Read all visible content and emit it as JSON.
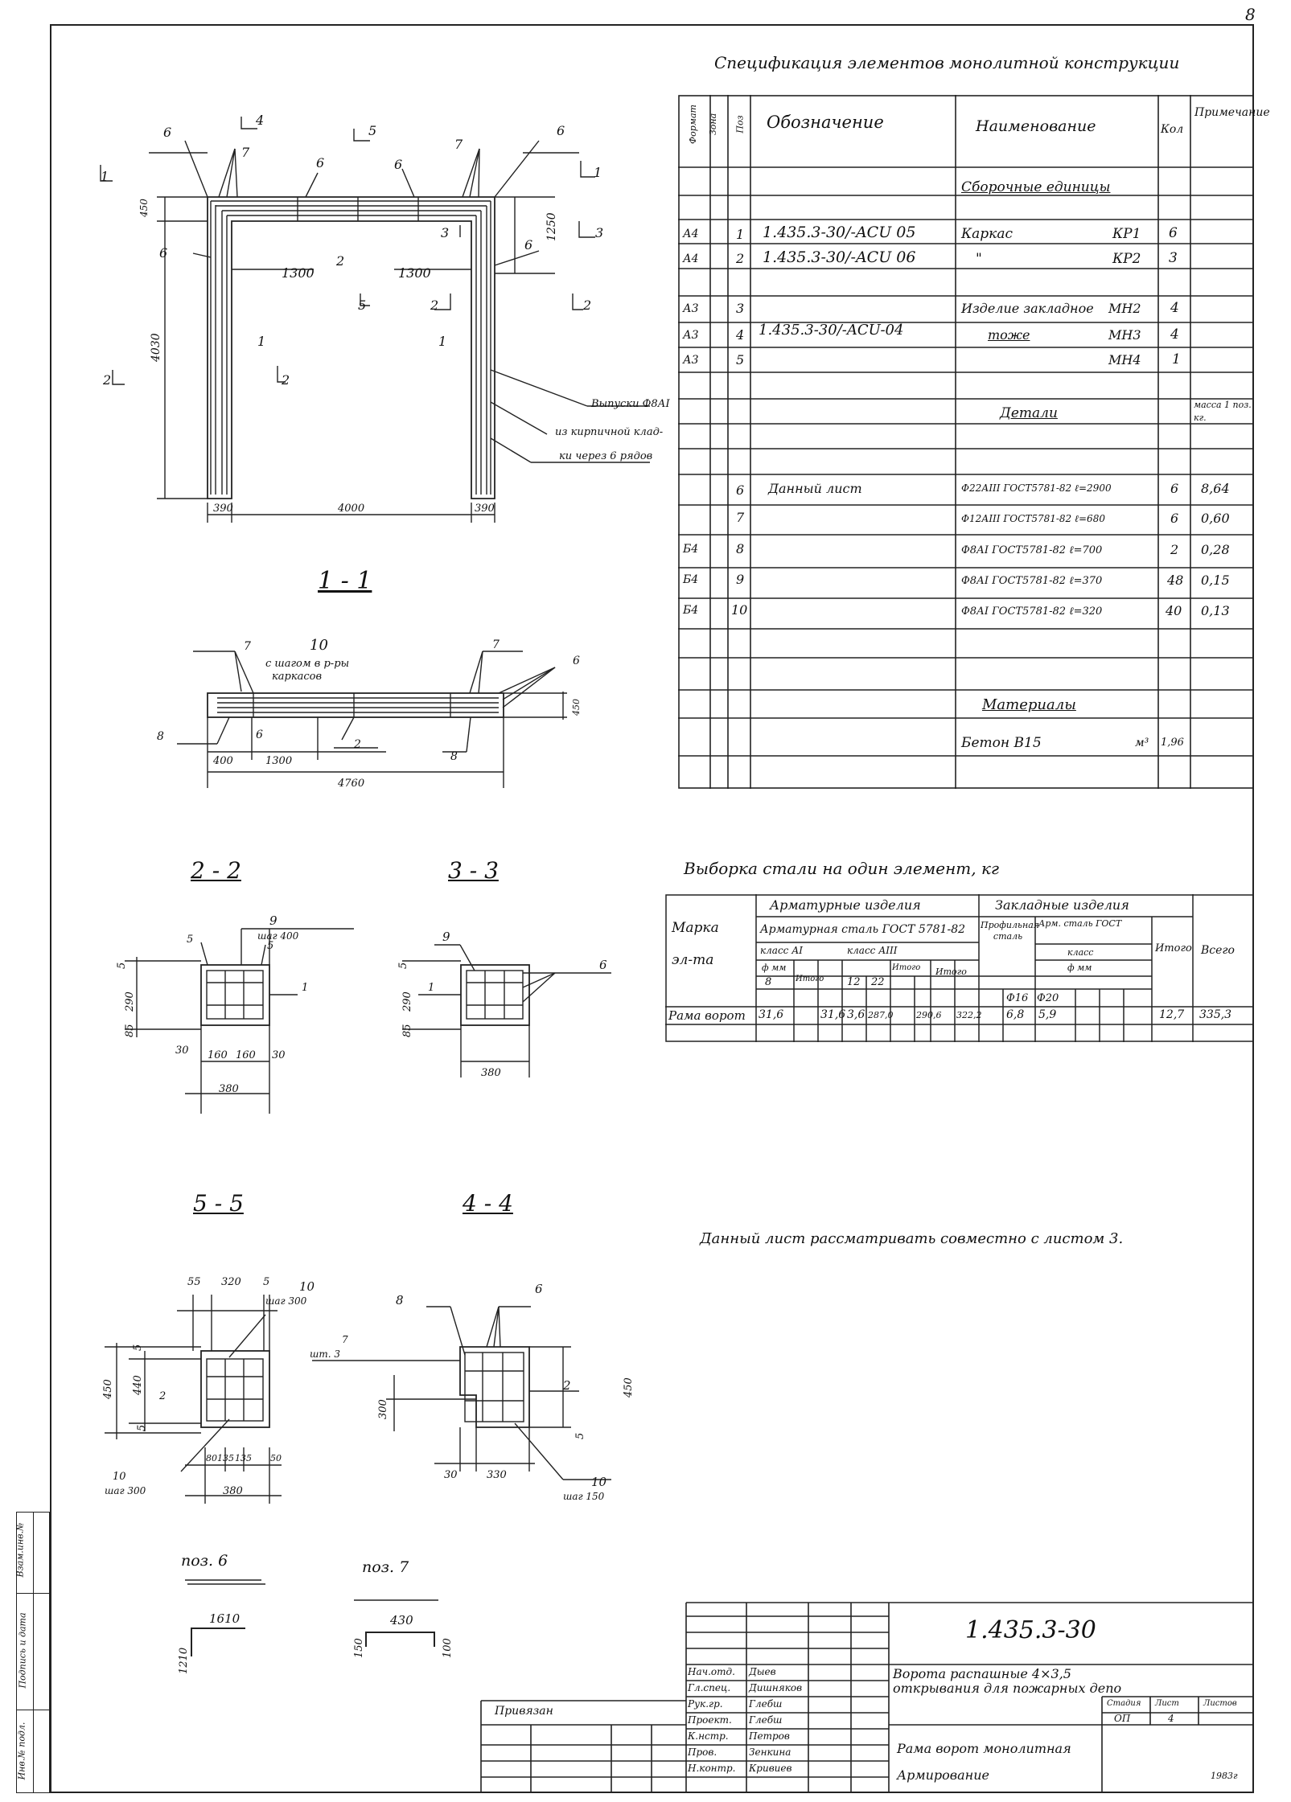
{
  "page_number": "8",
  "spec": {
    "title": "Спецификация элементов монолитной конструкции",
    "headers": {
      "format": "Формат",
      "zone": "Зона",
      "pos": "Поз",
      "designation": "Обозначение",
      "name": "Наименование",
      "qty": "Кол",
      "note": "Примечание"
    },
    "rows": [
      {
        "format": "",
        "zone": "",
        "pos": "",
        "designation": "",
        "name": "Сборочные единицы",
        "qty": "",
        "note": ""
      },
      {
        "format": "А4",
        "zone": "",
        "pos": "1",
        "designation": "1.435.3-30/-ACU 05",
        "name": "Каркас",
        "mark": "КР1",
        "qty": "6",
        "note": ""
      },
      {
        "format": "А4",
        "zone": "",
        "pos": "2",
        "designation": "1.435.3-30/-ACU 06",
        "name": "\"",
        "mark": "КР2",
        "qty": "3",
        "note": ""
      },
      {
        "format": "А3",
        "zone": "",
        "pos": "3",
        "designation": "",
        "name": "Изделие закладное",
        "mark": "МН2",
        "qty": "4",
        "note": ""
      },
      {
        "format": "А3",
        "zone": "",
        "pos": "4",
        "designation": "1.435.3-30/-ACU-04",
        "name": "тоже",
        "mark": "МН3",
        "qty": "4",
        "note": ""
      },
      {
        "format": "А3",
        "zone": "",
        "pos": "5",
        "designation": "",
        "name": "",
        "mark": "МН4",
        "qty": "1",
        "note": ""
      },
      {
        "format": "",
        "zone": "",
        "pos": "",
        "designation": "",
        "name": "Детали",
        "qty": "",
        "note": "масса 1 поз. кг."
      },
      {
        "format": "",
        "zone": "",
        "pos": "6",
        "designation": "Данный лист",
        "name": "Ф22АIII ГОСТ5781-82 ℓ=2900",
        "qty": "6",
        "note": "8,64"
      },
      {
        "format": "",
        "zone": "",
        "pos": "7",
        "designation": "",
        "name": "Ф12АIII ГОСТ5781-82 ℓ=680",
        "qty": "6",
        "note": "0,60"
      },
      {
        "format": "Б4",
        "zone": "",
        "pos": "8",
        "designation": "",
        "name": "Ф8АI ГОСТ5781-82 ℓ=700",
        "qty": "2",
        "note": "0,28"
      },
      {
        "format": "Б4",
        "zone": "",
        "pos": "9",
        "designation": "",
        "name": "Ф8АI ГОСТ5781-82 ℓ=370",
        "qty": "48",
        "note": "0,15"
      },
      {
        "format": "Б4",
        "zone": "",
        "pos": "10",
        "designation": "",
        "name": "Ф8АI ГОСТ5781-82 ℓ=320",
        "qty": "40",
        "note": "0,13"
      },
      {
        "format": "",
        "zone": "",
        "pos": "",
        "designation": "",
        "name": "Материалы",
        "qty": "",
        "note": ""
      },
      {
        "format": "",
        "zone": "",
        "pos": "",
        "designation": "",
        "name": "Бетон В15",
        "unit": "м³",
        "qty": "1,96",
        "note": ""
      }
    ]
  },
  "steel": {
    "title": "Выборка стали на один элемент, кг",
    "h_mark": "Марка эл-та",
    "h_arm": "Арматурные изделия",
    "h_emb": "Закладные изделия",
    "h_armsteel": "Арматурная сталь ГОСТ 5781-82",
    "h_classA1": "класс АI",
    "h_classA3": "класс АIII",
    "h_mm": "ф мм",
    "h_total_sub": "Итого",
    "h_prof": "Профильная сталь",
    "h_armst2": "Арм. сталь ГОСТ",
    "h_class": "класс",
    "h_fmm": "ф мм",
    "h_itogo": "Итого",
    "h_vsego": "Всего",
    "diam": [
      "8",
      "Итого",
      "12",
      "22",
      "Итого",
      "Итого",
      "Ф16",
      "Ф20"
    ],
    "row": {
      "mark": "Рама ворот",
      "v": [
        "31,6",
        "31,6",
        "3,6",
        "287,0",
        "290,6",
        "322,2",
        "6,8",
        "5,9",
        "",
        "",
        "12,7",
        "335,3"
      ]
    }
  },
  "note": "Данный лист рассматривать совместно с листом 3.",
  "drawing": {
    "section_1": "1 - 1",
    "section_2": "2 - 2",
    "section_3": "3 - 3",
    "section_4": "4 - 4",
    "section_5": "5 - 5",
    "pos6": "поз. 6",
    "pos7": "поз. 7",
    "callout_vypuski": "Выпуски Ф8АI",
    "callout_kladki": "из кирпичной клад-",
    "callout_ryadov": "ки через 6 рядов",
    "shag_text": "с шагом в р-ры",
    "karkasov": "каркасов"
  },
  "stamp": {
    "code": "1.435.3-30",
    "title1": "Ворота распашные 4×3,5",
    "title2": "открывания для пожарных депо",
    "sheet_title1": "Рама ворот монолитная",
    "sheet_title2": "Армирование",
    "stage_h": "Стадия",
    "sheet_h": "Лист",
    "sheets_h": "Листов",
    "stage": "ОП",
    "sheet": "4",
    "year": "1983г",
    "privyazan": "Привязан",
    "people": [
      {
        "role": "Нач.отд.",
        "name": "Дыев"
      },
      {
        "role": "Гл.спец.",
        "name": "Дишняков"
      },
      {
        "role": "Рук.гр.",
        "name": "Глебш"
      },
      {
        "role": "Проект.",
        "name": "Глебш"
      },
      {
        "role": "К.нстр.",
        "name": "Петров"
      },
      {
        "role": "Пров.",
        "name": "Зенкина"
      },
      {
        "role": "Н.контр.",
        "name": "Кривиев"
      }
    ],
    "side": [
      "Взам.инв.№",
      "Подпись и дата",
      "Инв.№ подл."
    ]
  }
}
